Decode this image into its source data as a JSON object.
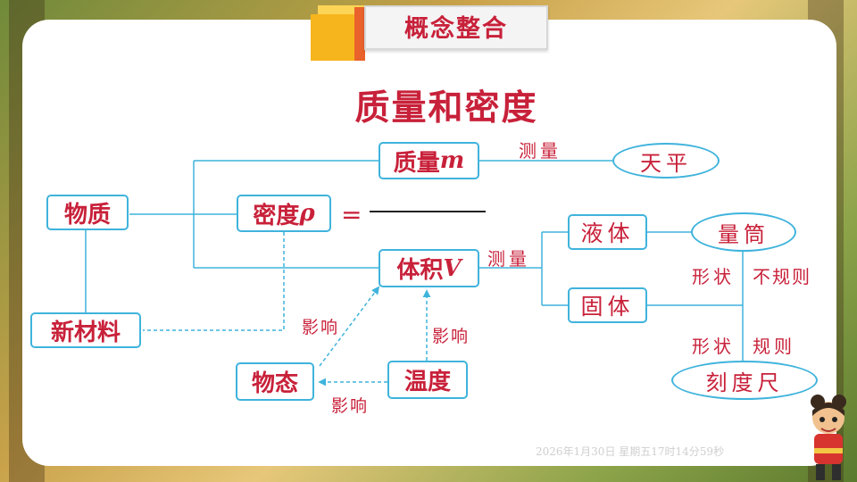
{
  "header": {
    "tab_title": "概念整合"
  },
  "main": {
    "title": "质量和密度"
  },
  "nodes": {
    "matter": "物质",
    "mass_label": "质量",
    "mass_symbol": "m",
    "density_label": "密度",
    "density_symbol": "ρ",
    "volume_label": "体积",
    "volume_symbol": "V",
    "new_material": "新材料",
    "state": "物态",
    "temperature": "温度",
    "liquid": "液体",
    "solid": "固体",
    "balance": "天平",
    "cylinder": "量筒",
    "ruler": "刻度尺"
  },
  "equals": "=",
  "labels": {
    "measure_mass": "测量",
    "measure_volume": "测量",
    "affects_1": "影响",
    "affects_2": "影响",
    "affects_3": "影响",
    "shape_1": "形状",
    "irregular": "不规则",
    "shape_2": "形状",
    "regular": "规则"
  },
  "footer": {
    "timestamp": "2026年1月30日 星期五17时14分59秒"
  },
  "colors": {
    "accent": "#c8213a",
    "line": "#3fb3dc"
  },
  "icons": {
    "title_decoration": "cube-icon",
    "mascot": "cartoon-character-icon"
  }
}
